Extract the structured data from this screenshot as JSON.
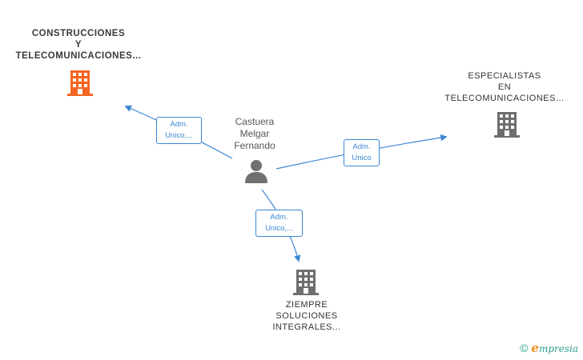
{
  "colors": {
    "accent": "#3b86d4",
    "highlight_company": "#f26522",
    "company": "#6e6e6e",
    "person": "#707070"
  },
  "nodes": {
    "company_main": {
      "lines": [
        "CONSTRUCCIONES",
        "Y",
        "TELECOMUNICACIONES..."
      ],
      "icon": "building-icon"
    },
    "company_especialistas": {
      "lines": [
        "ESPECIALISTAS",
        "EN",
        "TELECOMUNICACIONES..."
      ],
      "icon": "building-icon"
    },
    "company_ziempre": {
      "lines": [
        "ZIEMPRE",
        "SOLUCIONES",
        "INTEGRALES..."
      ],
      "icon": "building-icon"
    },
    "person": {
      "lines": [
        "Castuera",
        "Melgar",
        "Fernando"
      ],
      "icon": "person-icon"
    }
  },
  "edges": {
    "to_main": {
      "lines": [
        "Adm.",
        "Unico,..."
      ]
    },
    "to_especialistas": {
      "lines": [
        "Adm.",
        "Unico"
      ]
    },
    "to_ziempre": {
      "lines": [
        "Adm.",
        "Unico,..."
      ]
    }
  },
  "footer": {
    "copyright_symbol": "©",
    "brand_initial": "e",
    "brand_rest": "mpresia"
  }
}
